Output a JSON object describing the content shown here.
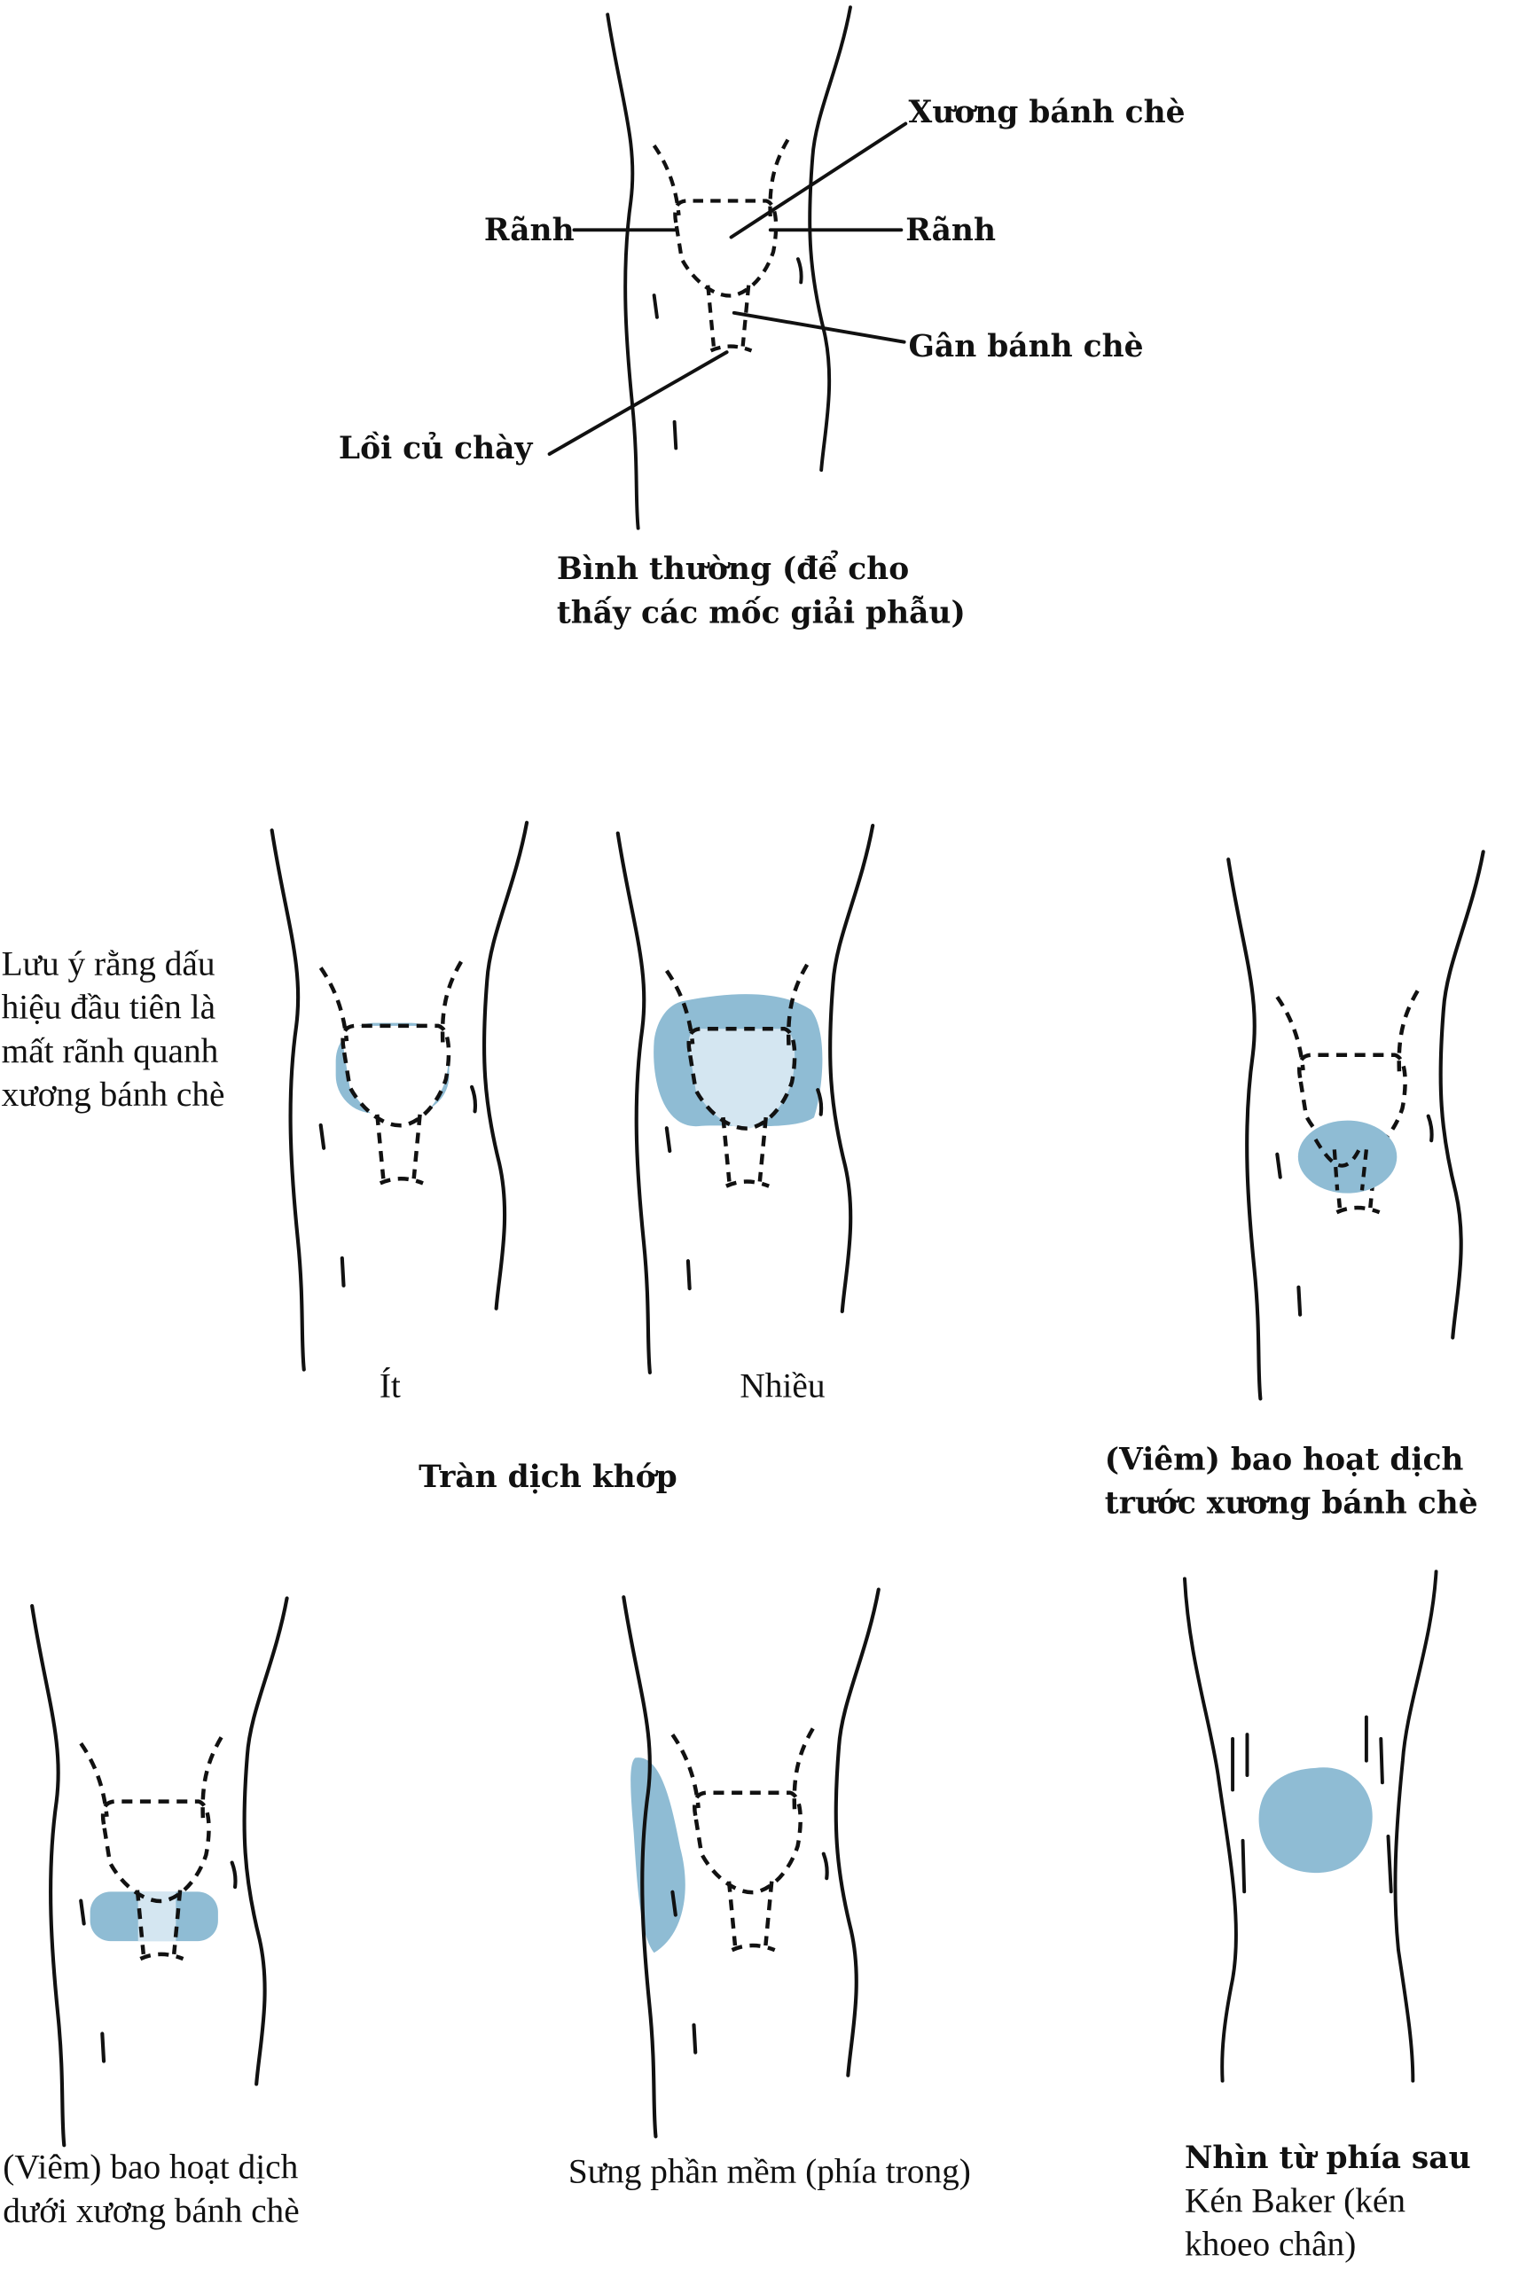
{
  "colors": {
    "effusion_dark": "#8fbcd4",
    "effusion_light": "#d4e6f1",
    "line": "#111111"
  },
  "normal": {
    "labels": {
      "patella": "Xương bánh chè",
      "groove_left": "Rãnh",
      "groove_right": "Rãnh",
      "patellar_tendon": "Gân bánh chè",
      "tibial_tubercle": "Lồi củ chày"
    },
    "caption": [
      "Bình thường (để cho",
      "thấy các mốc giải phẫu)"
    ]
  },
  "effusion": {
    "note": [
      "Lưu ý rằng dấu",
      "hiệu đầu tiên là",
      "mất rãnh quanh",
      "xương bánh chè"
    ],
    "small": "Ít",
    "large": "Nhiều",
    "title": "Tràn dịch khớp"
  },
  "prepatellar": {
    "caption": [
      "(Viêm) bao hoạt dịch",
      "trước xương bánh chè"
    ]
  },
  "infrapatellar": {
    "caption": [
      "(Viêm) bao hoạt dịch",
      "dưới xương bánh chè"
    ]
  },
  "soft_tissue": {
    "caption": "Sưng phần mềm (phía trong)"
  },
  "posterior": {
    "title": "Nhìn từ phía sau",
    "caption": [
      "Kén Baker (kén",
      "khoeo chân)"
    ]
  }
}
